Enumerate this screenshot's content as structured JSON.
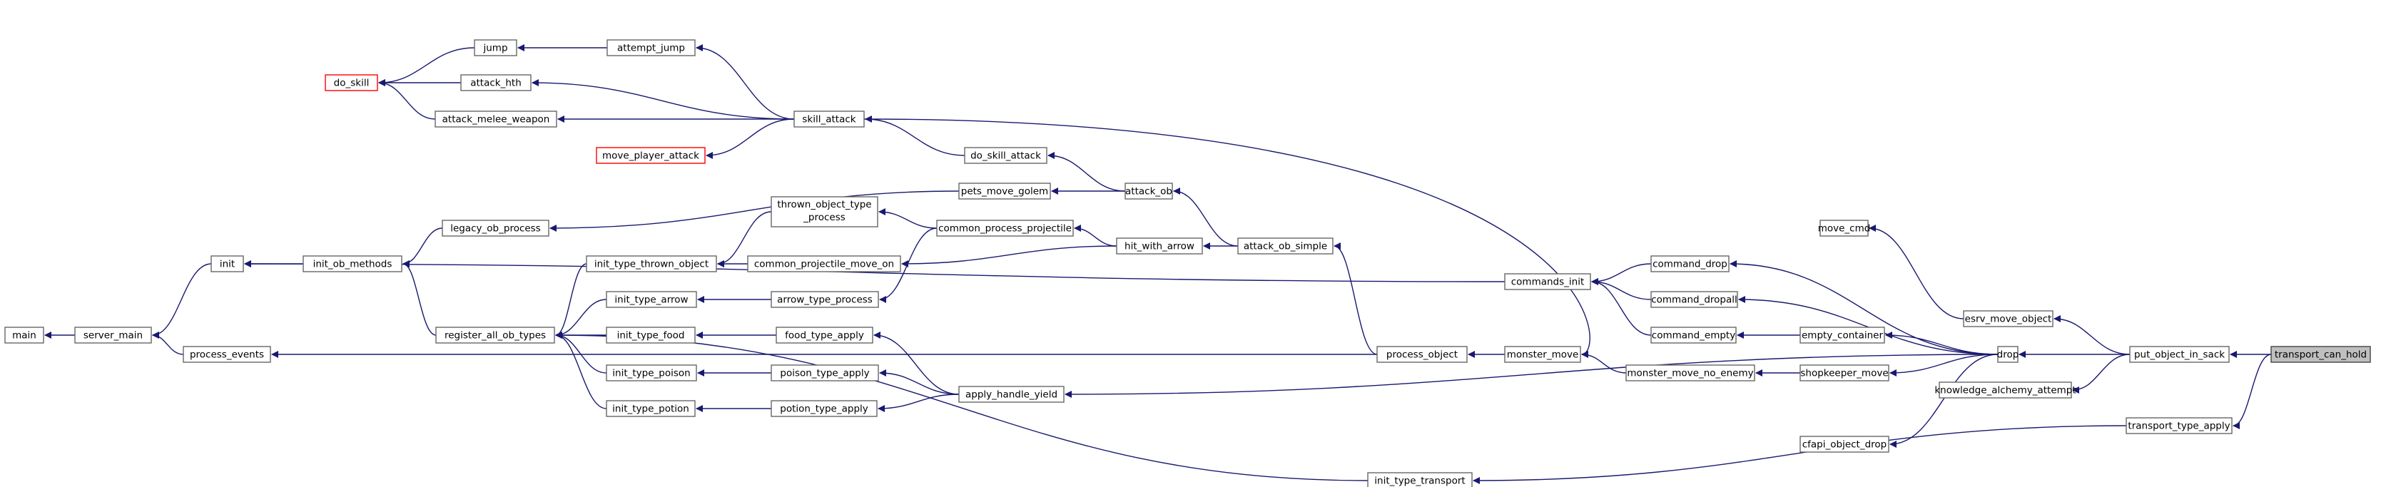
{
  "graph": {
    "root": "transport_can_hold",
    "functions": {
      "transport_can_hold": "transport_can_hold",
      "put_object_in_sack": "put_object_in_sack",
      "transport_type_apply": "transport_type_apply",
      "esrv_move_object": "esrv_move_object",
      "drop": "drop",
      "knowledge_alchemy_attempt": "knowledge_alchemy_attempt",
      "move_cmd": "move_cmd",
      "init_type_transport": "init_type_transport",
      "command_drop": "command_drop",
      "command_dropall": "command_dropall",
      "empty_container": "empty_container",
      "shopkeeper_move": "shopkeeper_move",
      "cfapi_object_drop": "cfapi_object_drop",
      "commands_init": "commands_init",
      "command_empty": "command_empty",
      "monster_move_no_enemy": "monster_move_no_enemy",
      "monster_move": "monster_move",
      "process_object": "process_object",
      "attack_ob_simple": "attack_ob_simple",
      "process_events": "process_events",
      "apply_handle_yield": "apply_handle_yield",
      "attack_ob": "attack_ob",
      "hit_with_arrow": "hit_with_arrow",
      "do_skill_attack": "do_skill_attack",
      "pets_move_golem": "pets_move_golem",
      "common_process_projectile": "common_process_projectile",
      "common_projectile_move_on": "common_projectile_move_on",
      "skill_attack": "skill_attack",
      "legacy_ob_process": "legacy_ob_process",
      "thrown_object_type_process": "thrown_object_type\n_process",
      "arrow_type_process": "arrow_type_process",
      "food_type_apply": "food_type_apply",
      "poison_type_apply": "poison_type_apply",
      "potion_type_apply": "potion_type_apply",
      "attempt_jump": "attempt_jump",
      "attack_hth": "attack_hth",
      "attack_melee_weapon": "attack_melee_weapon",
      "move_player_attack": "move_player_attack",
      "init_ob_methods": "init_ob_methods",
      "init_type_thrown_object": "init_type_thrown_object",
      "init_type_arrow": "init_type_arrow",
      "init_type_food": "init_type_food",
      "init_type_poison": "init_type_poison",
      "init_type_potion": "init_type_potion",
      "jump": "jump",
      "do_skill": "do_skill",
      "register_all_ob_types": "register_all_ob_types",
      "init": "init",
      "server_main": "server_main",
      "main": "main"
    },
    "incomplete": [
      "do_skill",
      "move_player_attack"
    ],
    "edges": [
      [
        "put_object_in_sack",
        "transport_can_hold"
      ],
      [
        "transport_type_apply",
        "transport_can_hold"
      ],
      [
        "esrv_move_object",
        "put_object_in_sack"
      ],
      [
        "drop",
        "put_object_in_sack"
      ],
      [
        "knowledge_alchemy_attempt",
        "put_object_in_sack"
      ],
      [
        "move_cmd",
        "esrv_move_object"
      ],
      [
        "init_type_transport",
        "transport_type_apply"
      ],
      [
        "command_drop",
        "drop"
      ],
      [
        "command_dropall",
        "drop"
      ],
      [
        "empty_container",
        "drop"
      ],
      [
        "shopkeeper_move",
        "drop"
      ],
      [
        "cfapi_object_drop",
        "drop"
      ],
      [
        "apply_handle_yield",
        "drop"
      ],
      [
        "commands_init",
        "command_drop"
      ],
      [
        "commands_init",
        "command_dropall"
      ],
      [
        "commands_init",
        "command_empty"
      ],
      [
        "command_empty",
        "empty_container"
      ],
      [
        "monster_move_no_enemy",
        "shopkeeper_move"
      ],
      [
        "monster_move",
        "monster_move_no_enemy"
      ],
      [
        "process_object",
        "monster_move"
      ],
      [
        "attack_ob_simple",
        "process_object"
      ],
      [
        "process_events",
        "process_object"
      ],
      [
        "register_all_ob_types",
        "init_type_transport"
      ],
      [
        "init",
        "commands_init"
      ],
      [
        "monster_move",
        "skill_attack"
      ],
      [
        "attack_ob",
        "attack_ob_simple"
      ],
      [
        "hit_with_arrow",
        "attack_ob_simple"
      ],
      [
        "do_skill_attack",
        "attack_ob"
      ],
      [
        "pets_move_golem",
        "attack_ob"
      ],
      [
        "common_process_projectile",
        "hit_with_arrow"
      ],
      [
        "common_projectile_move_on",
        "hit_with_arrow"
      ],
      [
        "skill_attack",
        "do_skill_attack"
      ],
      [
        "legacy_ob_process",
        "pets_move_golem"
      ],
      [
        "thrown_object_type_process",
        "common_process_projectile"
      ],
      [
        "arrow_type_process",
        "common_process_projectile"
      ],
      [
        "init_type_thrown_object",
        "common_projectile_move_on"
      ],
      [
        "init_type_thrown_object",
        "thrown_object_type_process"
      ],
      [
        "init_type_arrow",
        "arrow_type_process"
      ],
      [
        "attempt_jump",
        "skill_attack"
      ],
      [
        "attack_hth",
        "skill_attack"
      ],
      [
        "attack_melee_weapon",
        "skill_attack"
      ],
      [
        "move_player_attack",
        "skill_attack"
      ],
      [
        "jump",
        "attempt_jump"
      ],
      [
        "do_skill",
        "jump"
      ],
      [
        "do_skill",
        "attack_hth"
      ],
      [
        "do_skill",
        "attack_melee_weapon"
      ],
      [
        "init_ob_methods",
        "legacy_ob_process"
      ],
      [
        "register_all_ob_types",
        "init_type_thrown_object"
      ],
      [
        "register_all_ob_types",
        "init_type_arrow"
      ],
      [
        "register_all_ob_types",
        "init_type_food"
      ],
      [
        "register_all_ob_types",
        "init_type_poison"
      ],
      [
        "register_all_ob_types",
        "init_type_potion"
      ],
      [
        "init_type_food",
        "food_type_apply"
      ],
      [
        "init_type_poison",
        "poison_type_apply"
      ],
      [
        "init_type_potion",
        "potion_type_apply"
      ],
      [
        "food_type_apply",
        "apply_handle_yield"
      ],
      [
        "poison_type_apply",
        "apply_handle_yield"
      ],
      [
        "potion_type_apply",
        "apply_handle_yield"
      ],
      [
        "init_ob_methods",
        "register_all_ob_types"
      ],
      [
        "init",
        "init_ob_methods"
      ],
      [
        "server_main",
        "init"
      ],
      [
        "server_main",
        "process_events"
      ],
      [
        "main",
        "server_main"
      ]
    ]
  }
}
